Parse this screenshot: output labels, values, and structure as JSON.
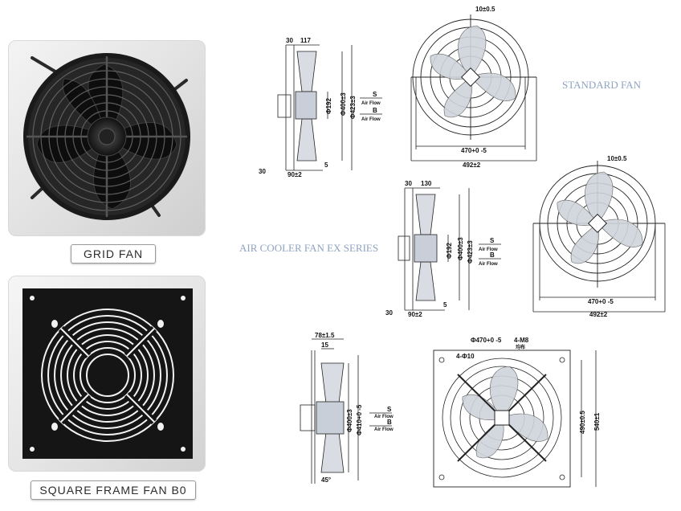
{
  "captions": {
    "grid_fan": "GRID FAN",
    "square_frame_fan": "SQUARE FRAME FAN B0",
    "standard_fan": "STANDARD FAN",
    "air_cooler_series": "AIR COOLER FAN EX SERIES"
  },
  "drawing_standard_side": {
    "top_offset": "30",
    "top_depth": "117",
    "hub_dia": "Φ192",
    "blade_dia": "Φ400±3",
    "ring_dia": "Φ423±3",
    "flow_s": "S",
    "flow_b": "B",
    "airflow": "Air Flow",
    "bottom_offset": "30",
    "bottom_depth": "90±2",
    "bottom_small": "5"
  },
  "drawing_standard_front": {
    "top_dim": "10±0.5",
    "inner_width": "470+0 -5",
    "outer_width": "492±2"
  },
  "drawing_ex_side": {
    "top_offset": "30",
    "top_depth": "130",
    "hub_dia": "Φ192",
    "blade_dia": "Φ400±3",
    "ring_dia": "Φ423±3",
    "flow_s": "S",
    "flow_b": "B",
    "airflow": "Air Flow",
    "bottom_offset": "30",
    "bottom_depth": "90±2",
    "bottom_small": "5"
  },
  "drawing_ex_front": {
    "top_dim": "10±0.5",
    "inner_width": "470+0 -5",
    "outer_width": "492±2"
  },
  "drawing_square_side": {
    "top_depth": "78±1.5",
    "top_small": "15",
    "blade_dia": "Φ400±3",
    "ring_dia": "Φ410+0 -5",
    "flow_s": "S",
    "flow_b": "B",
    "airflow": "Air Flow",
    "angle": "45°"
  },
  "drawing_square_front": {
    "ring_dia": "Φ470+0 -5",
    "holes_a": "4-Φ10",
    "holes_b": "4-M8",
    "holes_b_sub": "均布",
    "inner_height": "490±0.5",
    "outer_height": "540±1"
  }
}
